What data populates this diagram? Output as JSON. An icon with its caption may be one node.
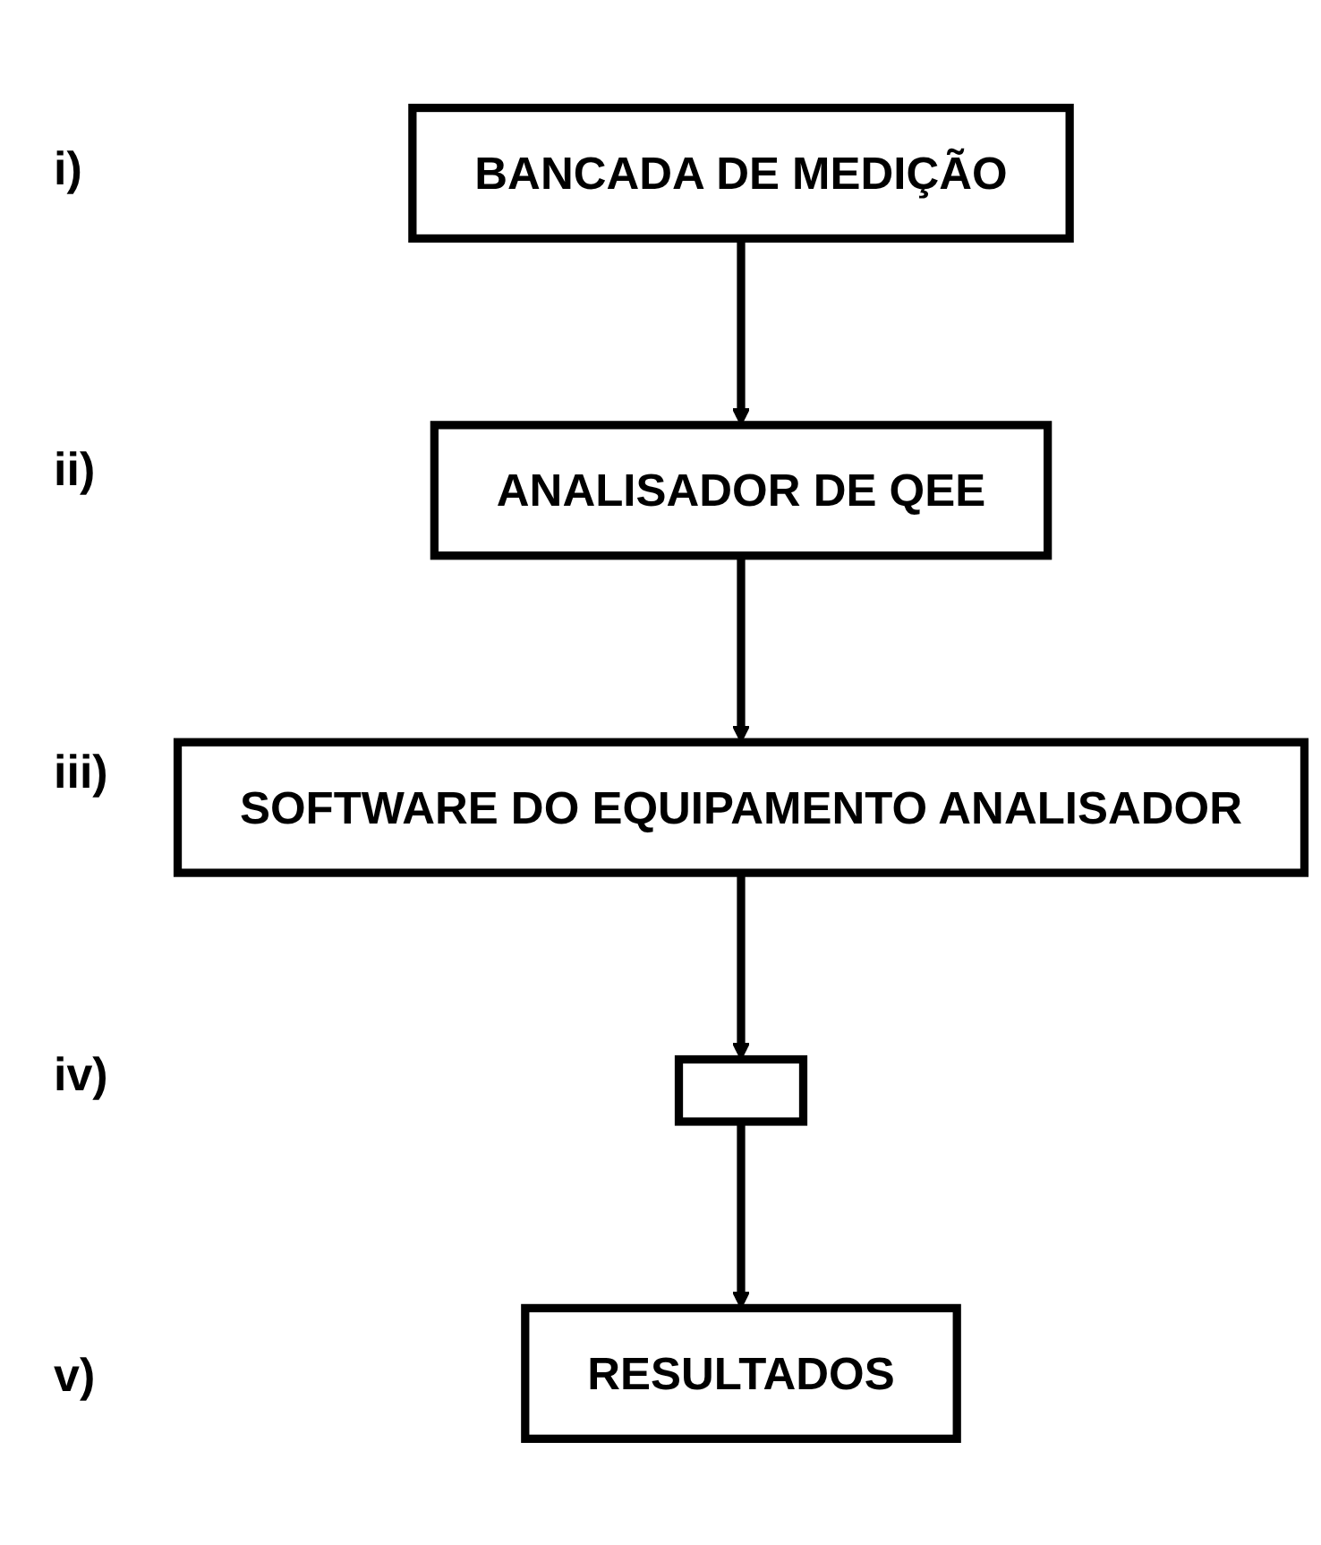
{
  "diagram": {
    "nodes": [
      {
        "text": [
          "BANCADA DE MEDIÇÃO"
        ]
      },
      {
        "text": [
          "ANALISADOR DE QEE"
        ]
      },
      {
        "text": [
          "SOFTWARE DO EQUIPAMENTO ANALISADOR"
        ]
      },
      {
        "text": [],
        "shape": "box"
      },
      {
        "text": [
          "RESULTADOS"
        ]
      }
    ],
    "edges": [
      {
        "from": 0,
        "to": 1,
        "arrow": "to"
      },
      {
        "from": 1,
        "to": 2,
        "arrow": "to"
      },
      {
        "from": 2,
        "to": 3,
        "arrow": "to"
      },
      {
        "from": 3,
        "to": 4,
        "arrow": "to"
      }
    ],
    "labels": [
      "i)",
      "ii)",
      "iii)",
      "iv)",
      "v)"
    ]
  }
}
